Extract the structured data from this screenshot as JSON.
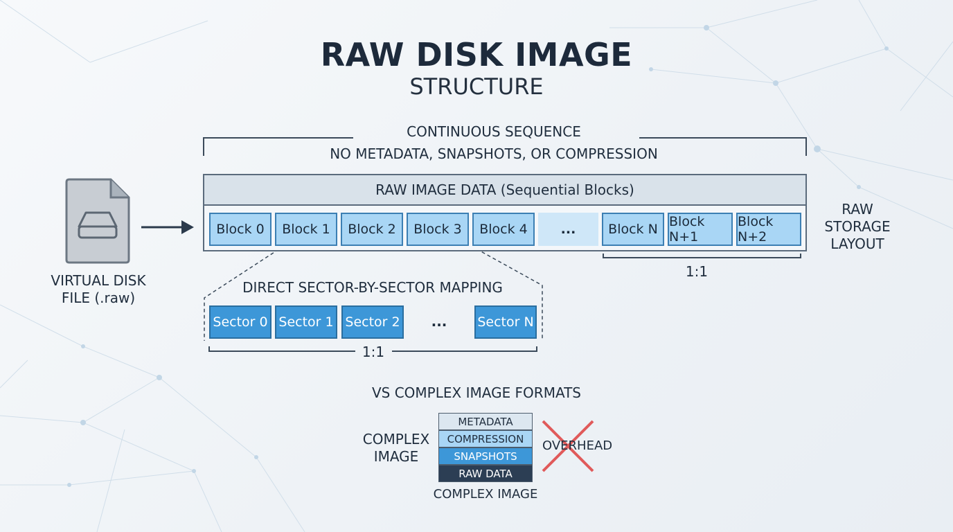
{
  "title": "RAW DISK IMAGE",
  "subtitle": "STRUCTURE",
  "sequence": {
    "line1": "CONTINUOUS SEQUENCE",
    "line2": "NO METADATA, SNAPSHOTS, OR COMPRESSION"
  },
  "file": {
    "icon": "disk-file-icon",
    "label_line1": "VIRTUAL DISK",
    "label_line2": "FILE (.raw)"
  },
  "raw_data": {
    "header": "RAW IMAGE DATA (Sequential Blocks)",
    "blocks": [
      "Block 0",
      "Block 1",
      "Block 2",
      "Block 3",
      "Block 4",
      "...",
      "Block N",
      "Block N+1",
      "Block N+2"
    ],
    "ratio": "1:1"
  },
  "storage_layout": {
    "line1": "RAW",
    "line2": "STORAGE",
    "line3": "LAYOUT"
  },
  "mapping": {
    "label": "DIRECT SECTOR-BY-SECTOR MAPPING",
    "sectors": [
      "Sector 0",
      "Sector 1",
      "Sector 2",
      "Sector N"
    ],
    "ellipsis": "...",
    "ratio": "1:1"
  },
  "comparison": {
    "heading": "VS COMPLEX IMAGE FORMATS",
    "side_label_line1": "COMPLEX",
    "side_label_line2": "IMAGE",
    "layers": [
      "METADATA",
      "COMPRESSION",
      "SNAPSHOTS",
      "RAW DATA"
    ],
    "caption": "COMPLEX IMAGE",
    "overhead": "OVERHEAD",
    "cross_icon": "cross-icon"
  },
  "colors": {
    "block_fill": "#a9d6f5",
    "sector_fill": "#3d97d8",
    "raw_data_layer": "#2c3e54",
    "cross": "#e05a5a"
  }
}
